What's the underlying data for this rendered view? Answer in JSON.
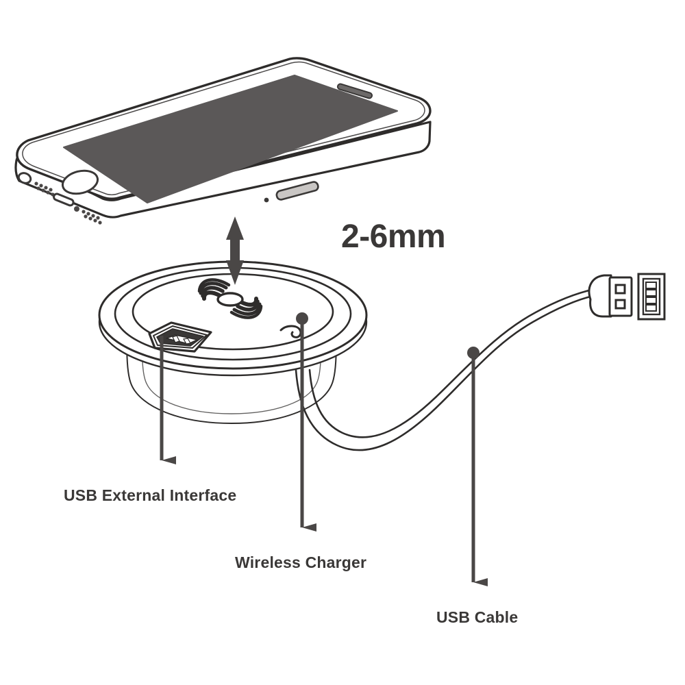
{
  "diagram": {
    "title": "Wireless Charger Desk Grommet Diagram",
    "background_color": "#ffffff",
    "stroke_color": "#2e2c2b",
    "text_color": "#3a3837",
    "screen_color": "#5b5858",
    "arrow_color": "#4a4746",
    "gap_annotation": "2-6mm",
    "callouts": [
      {
        "id": "usb-external-interface",
        "label": "USB External Interface",
        "target": "usb-port-on-charger"
      },
      {
        "id": "wireless-charger",
        "label": "Wireless Charger",
        "target": "charger-puck-body"
      },
      {
        "id": "usb-cable",
        "label": "USB Cable",
        "target": "cable-midpoint"
      }
    ],
    "parts": {
      "phone": "smartphone-tilted",
      "charger": "round-grommet-wireless-charger",
      "cable": "usb-a-cable",
      "connector": "usb-a-plug"
    },
    "icons": {
      "wireless_signal": "wireless-signal-icon",
      "usb_port": "usb-port-icon",
      "home_button": "home-button-icon",
      "earpiece": "earpiece-speaker-icon",
      "headphone_jack": "headphone-jack-icon",
      "lightning_port": "lightning-port-icon",
      "side_button": "side-button-icon",
      "hook_mark": "hook-mark-icon"
    }
  }
}
